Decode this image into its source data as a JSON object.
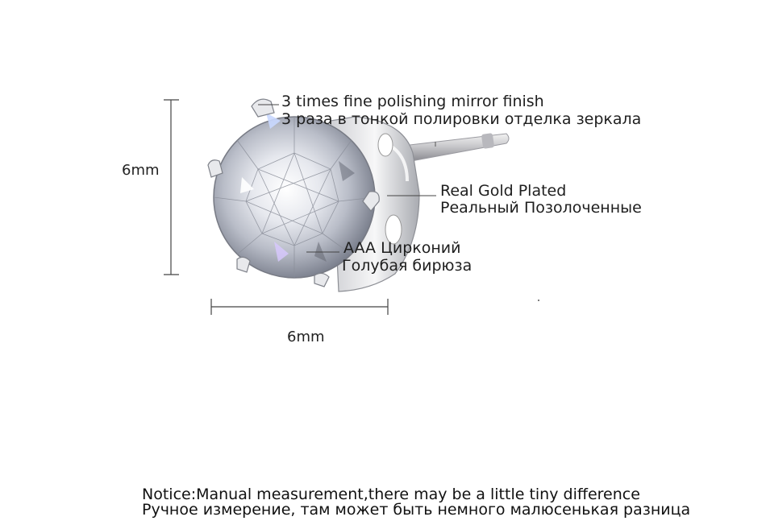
{
  "dimensions": {
    "height_label": "6mm",
    "width_label": "6mm"
  },
  "callouts": {
    "polish": {
      "line1": "3 times fine polishing mirror finish",
      "line2": "3 раза в тонкой полировки отделка зеркала"
    },
    "plating": {
      "line1": "Real Gold Plated",
      "line2": "Реальный Позолоченные"
    },
    "stone": {
      "line1": "AAA Цирконий",
      "line2": "Голубая бирюза"
    }
  },
  "notice": {
    "line1": "Notice:Manual measurement,there may be a little tiny difference",
    "line2": "Ручное измерение, там может быть немного малюсенькая разница"
  }
}
